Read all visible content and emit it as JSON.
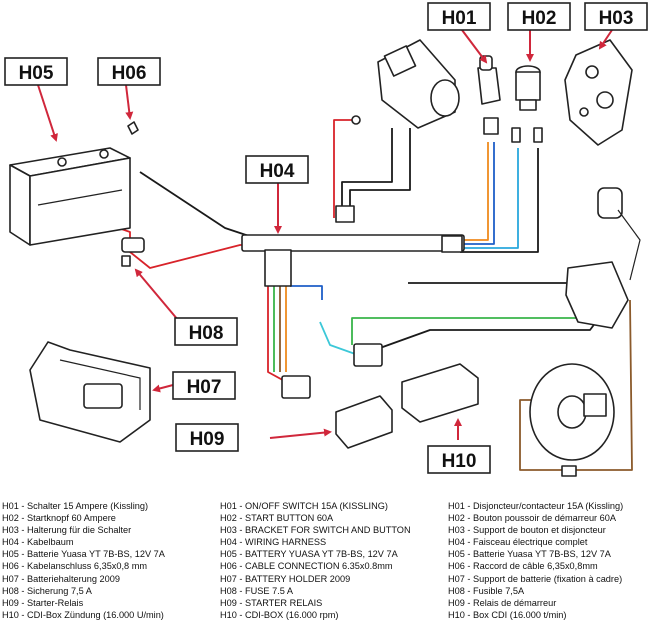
{
  "callouts": {
    "h01": "H01",
    "h02": "H02",
    "h03": "H03",
    "h04": "H04",
    "h05": "H05",
    "h06": "H06",
    "h07": "H07",
    "h08": "H08",
    "h09": "H09",
    "h10": "H10"
  },
  "colors": {
    "callout_arrow": "#d0273b",
    "wire_red": "#d8232a",
    "wire_black": "#1a1a1a",
    "wire_orange": "#ef8a1e",
    "wire_blue": "#1f5fc8",
    "wire_lightblue": "#2aa7dd",
    "wire_green": "#39b54a",
    "wire_brown": "#8b5a2b",
    "wire_cyan": "#3cc8d8"
  },
  "legend": {
    "german": [
      "H01 - Schalter 15 Ampere (Kissling)",
      "H02 - Startknopf 60 Ampere",
      "H03 - Halterung für die Schalter",
      "H04 - Kabelbaum",
      "H05 - Batterie Yuasa YT 7B-BS, 12V 7A",
      "H06 - Kabelanschluss 6,35x0,8 mm",
      "H07 - Batteriehalterung 2009",
      "H08 - Sicherung 7,5 A",
      "H09 - Starter-Relais",
      "H10 - CDI-Box Zündung (16.000 U/min)"
    ],
    "english": [
      "H01 - ON/OFF SWITCH 15A (KISSLING)",
      "H02 - START BUTTON 60A",
      "H03 - BRACKET FOR SWITCH AND BUTTON",
      "H04 - WIRING HARNESS",
      "H05 - BATTERY YUASA YT 7B-BS, 12V 7A",
      "H06 - CABLE CONNECTION 6.35x0.8mm",
      "H07 - BATTERY HOLDER 2009",
      "H08 - FUSE 7.5 A",
      "H09 - STARTER RELAIS",
      "H10 - CDI-BOX (16.000 rpm)"
    ],
    "french": [
      "H01 - Disjoncteur/contacteur 15A (Kissling)",
      "H02 - Bouton poussoir de démarreur 60A",
      "H03 - Support de bouton et disjoncteur",
      "H04 - Faisceau électrique complet",
      "H05 - Batterie Yuasa YT 7B-BS, 12V 7A",
      "H06 - Raccord de câble 6,35x0,8mm",
      "H07 - Support de batterie (fixation à cadre)",
      "H08 - Fusible 7,5A",
      "H09 - Relais de démarreur",
      "H10 - Box CDI (16.000 t/min)"
    ]
  }
}
